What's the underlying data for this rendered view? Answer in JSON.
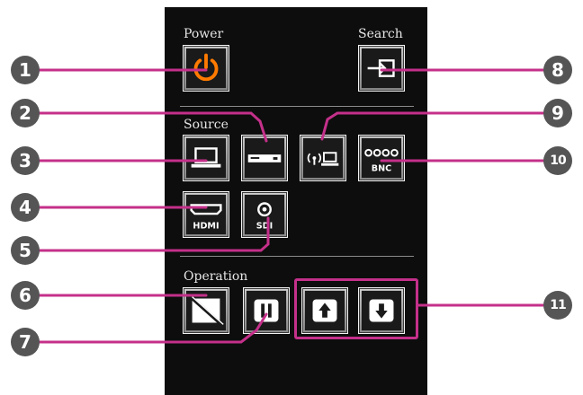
{
  "sections": {
    "power_label": "Power",
    "search_label": "Search",
    "source_label": "Source",
    "operation_label": "Operation"
  },
  "icons": {
    "power": "power-icon",
    "search": "source-search-icon",
    "computer": "computer-icon",
    "video": "video-player-icon",
    "network": "network-computer-icon",
    "bnc": "bnc-connector-icon",
    "hdmi": "hdmi-connector-icon",
    "sdi": "sdi-connector-icon",
    "av_mute": "av-mute-icon",
    "freeze": "freeze-icon",
    "page_up": "page-up-icon",
    "page_down": "page-down-icon"
  },
  "button_text": {
    "hdmi": "HDMI",
    "sdi": "SDI",
    "bnc": "BNC"
  },
  "callouts": [
    "1",
    "2",
    "3",
    "4",
    "5",
    "6",
    "7",
    "8",
    "9",
    "10",
    "11"
  ],
  "colors": {
    "panel": "#0d0d0d",
    "power_glyph": "#ff7a00",
    "callout_line": "#c4308a",
    "callout_badge": "#555555"
  }
}
